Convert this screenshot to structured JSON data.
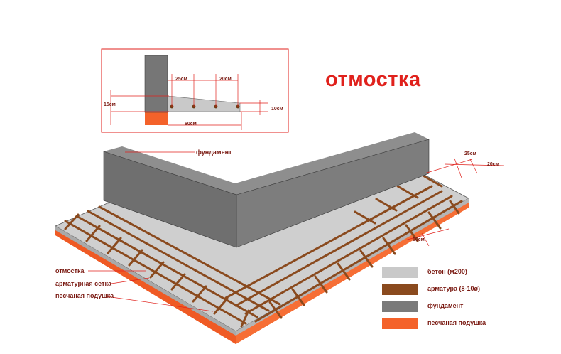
{
  "title": "отмостка",
  "section": {
    "dim_25": "25см",
    "dim_20": "20см",
    "dim_15": "15см",
    "dim_10": "10см",
    "dim_60": "60см"
  },
  "main": {
    "foundation_label": "фундамент",
    "dim_25": "25см",
    "dim_20": "20см",
    "dim_50": "50см",
    "otmostka_label": "отмостка",
    "mesh_label": "арматурная сетка",
    "sand_label": "песчаная подушка"
  },
  "legend": [
    {
      "label": "бетон (м200)",
      "color": "#c9c9c9"
    },
    {
      "label": "арматура (8-10ø)",
      "color": "#8a4a1e"
    },
    {
      "label": "фундамент",
      "color": "#7a7a7a"
    },
    {
      "label": "песчаная подушка",
      "color": "#f4622a"
    }
  ]
}
